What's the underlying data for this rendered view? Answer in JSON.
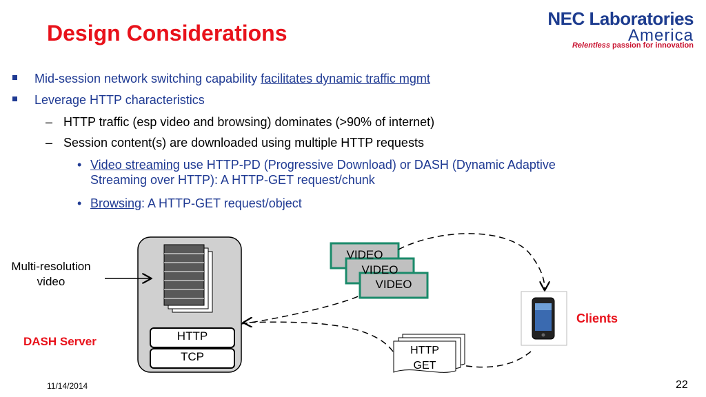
{
  "slide": {
    "title": "Design Considerations",
    "logo": {
      "line1": "NEC Laboratories",
      "line2": "America",
      "tagline_italic": "Relentless",
      "tagline_rest": " passion for innovation"
    },
    "bullets": {
      "b1_text": "Mid-session network switching capability ",
      "b1_link": "facilitates dynamic traffic mgmt",
      "b2_text": "Leverage HTTP characteristics",
      "d1": "HTTP traffic (esp video and browsing) dominates (>90% of internet)",
      "d2": "Session content(s) are downloaded using multiple HTTP requests",
      "s1_link": "Video streaming",
      "s1_line1": " use HTTP-PD (Progressive Download) or DASH (Dynamic Adaptive",
      "s1_line2": "Streaming over HTTP): A HTTP-GET request/chunk",
      "s2_link": "Browsing",
      "s2_text": ": A HTTP-GET request/object"
    },
    "diagram": {
      "multires_line1": "Multi-resolution",
      "multires_line2": "video",
      "server_label": "DASH Server",
      "http_label": "HTTP",
      "tcp_label": "TCP",
      "video_label": "VIDEO",
      "clients_label": "Clients",
      "get_line1": "HTTP",
      "get_line2": "GET"
    },
    "footer": {
      "date": "11/14/2014",
      "page": "22"
    },
    "colors": {
      "title": "#e8121b",
      "body_blue": "#1f3a93",
      "video_border": "#1a8a6a",
      "video_fill": "#c0c0c0"
    }
  }
}
